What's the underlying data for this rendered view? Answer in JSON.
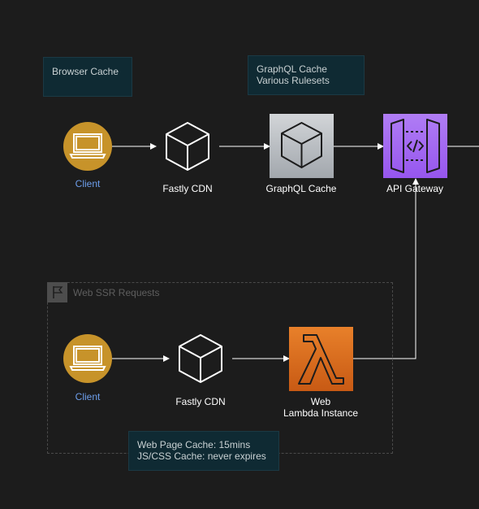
{
  "notes": {
    "browser_cache": "Browser Cache",
    "graphql_cache": "GraphQL Cache\nVarious Rulesets",
    "web_cache": "Web Page Cache: 15mins\nJS/CSS Cache: never expires"
  },
  "nodes": {
    "client_top": "Client",
    "cdn_top": "Fastly CDN",
    "graphql_cache": "GraphQL Cache",
    "api_gateway": "API Gateway",
    "client_bottom": "Client",
    "cdn_bottom": "Fastly CDN",
    "lambda": "Web\nLambda Instance"
  },
  "group": {
    "title": "Web SSR Requests"
  },
  "colors": {
    "background": "#1c1c1c",
    "client": "#c7932a",
    "graphql_cache_bg": "#b4b8bd",
    "api_gateway_bg": "#a66cf0",
    "lambda_bg": "#d9691f",
    "note_bg": "#0f2a33",
    "client_label": "#6d9eeb"
  },
  "icons": {
    "client": "laptop-icon",
    "cdn": "cube-icon",
    "graphql_cache": "cube-icon",
    "api_gateway": "api-gateway-icon",
    "lambda": "lambda-icon",
    "group": "flag-icon"
  }
}
